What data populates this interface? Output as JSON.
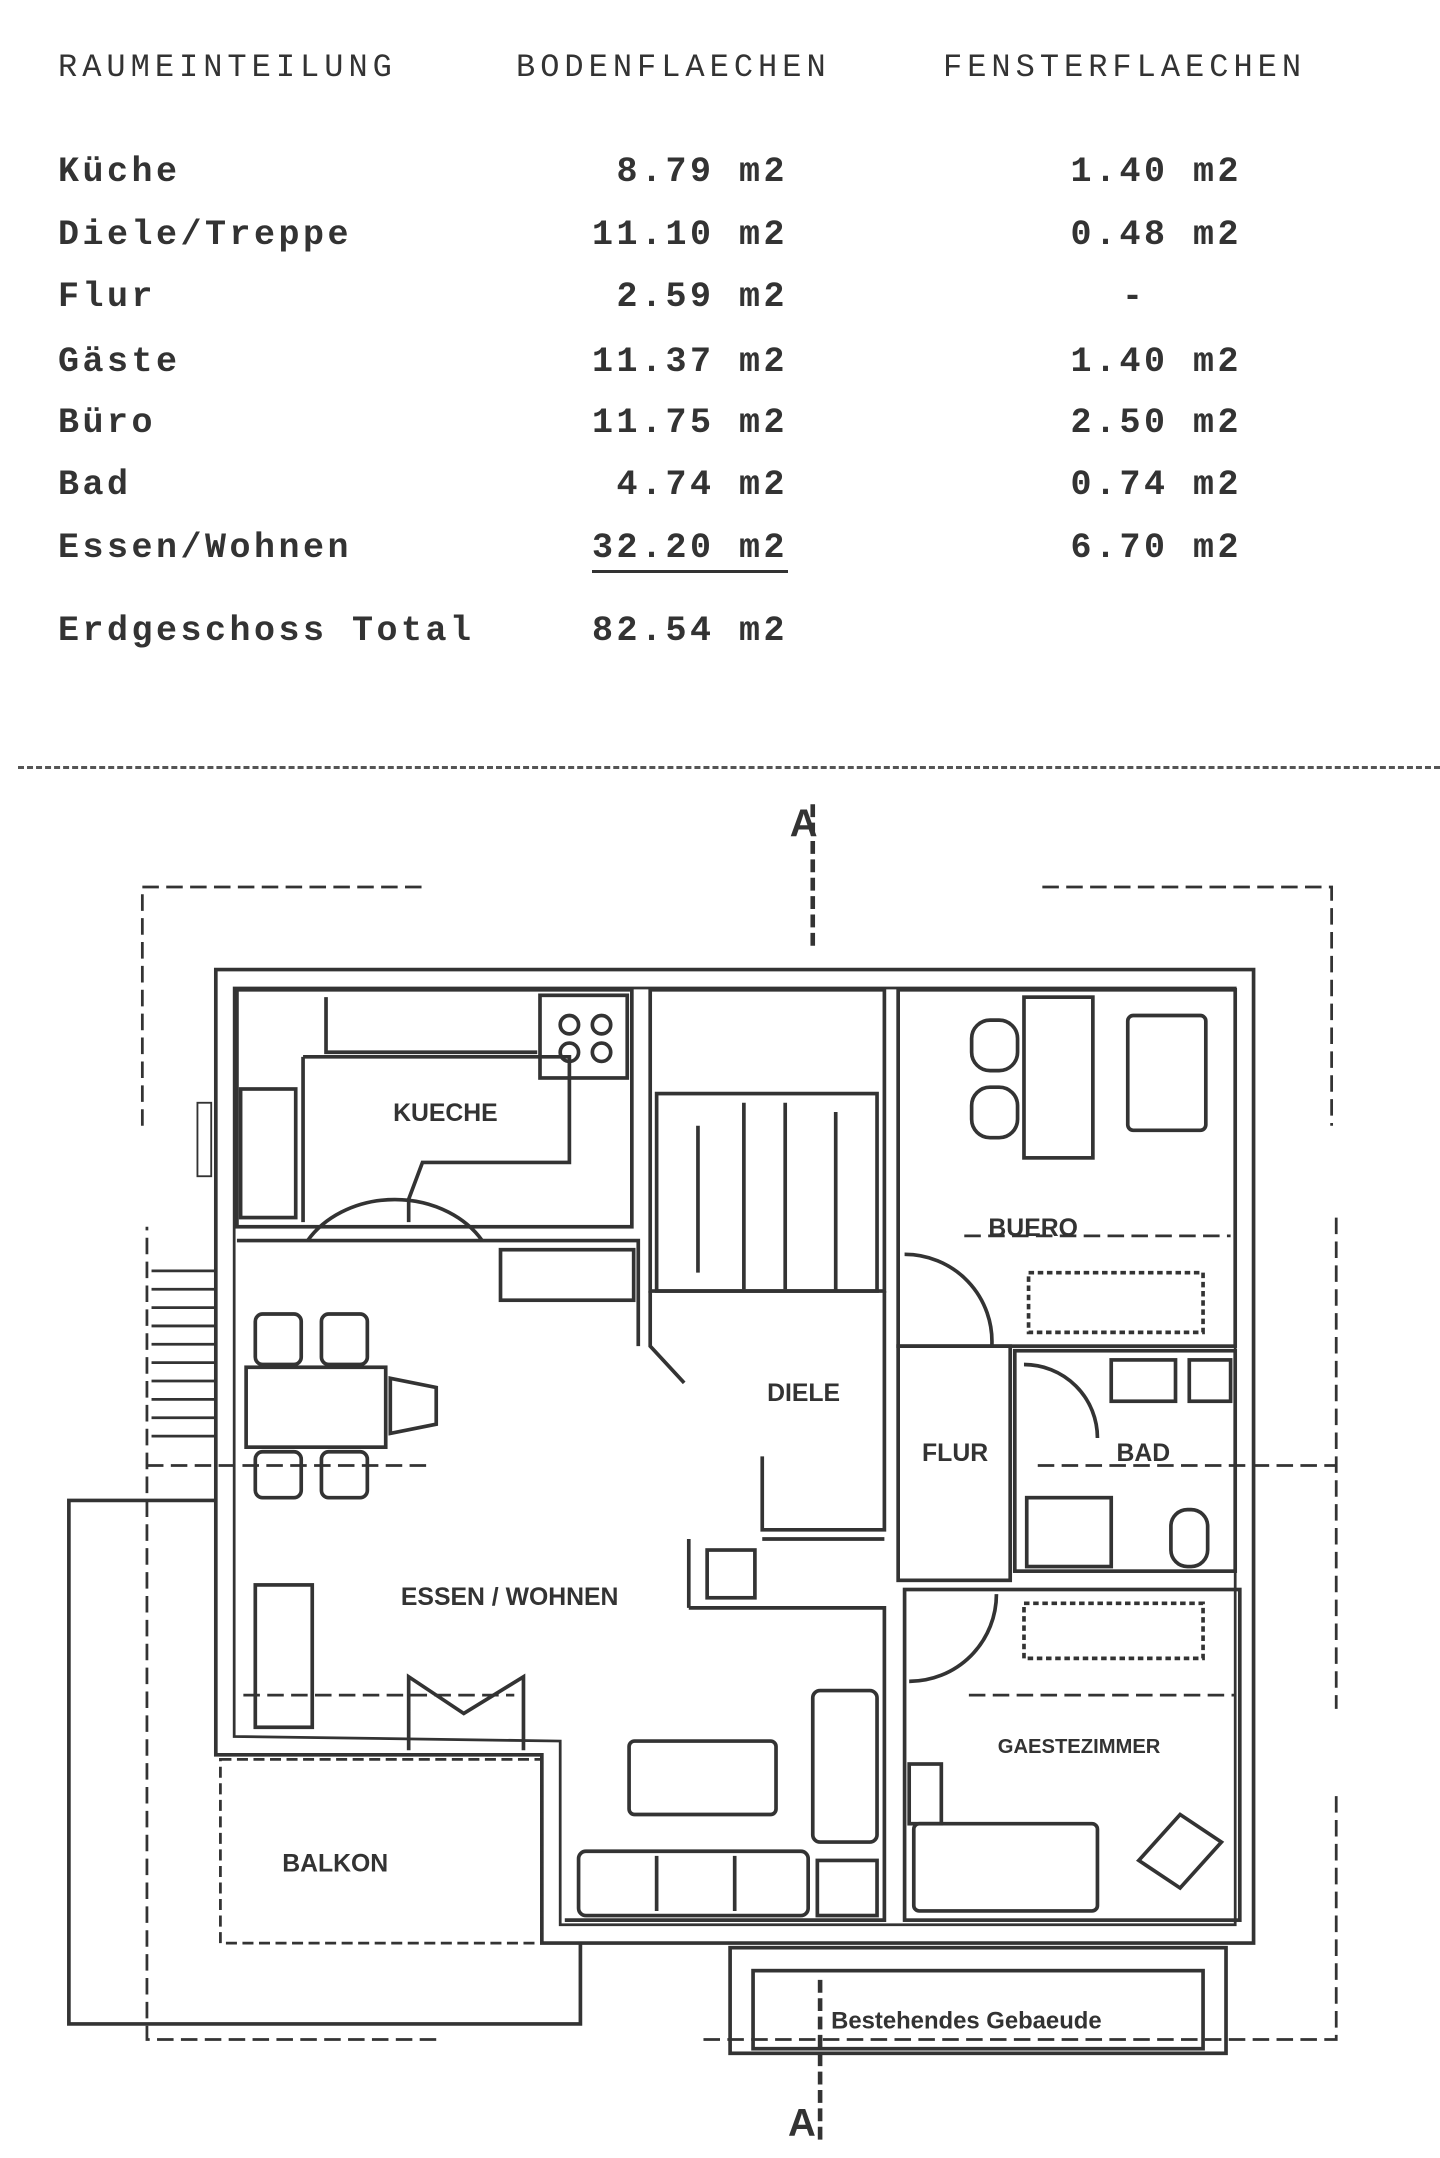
{
  "table": {
    "headers": {
      "room": "RAUMEINTEILUNG",
      "floor": "BODENFLAECHEN",
      "window": "FENSTERFLAECHEN"
    },
    "rows": [
      {
        "room": "Küche",
        "floor": "8.79 m2",
        "window": "1.40 m2"
      },
      {
        "room": "Diele/Treppe",
        "floor": "11.10 m2",
        "window": "0.48 m2"
      },
      {
        "room": "Flur",
        "floor": "2.59 m2",
        "window": "-"
      },
      {
        "room": "Gäste",
        "floor": "11.37 m2",
        "window": "1.40 m2"
      },
      {
        "room": "Büro",
        "floor": "11.75 m2",
        "window": "2.50 m2"
      },
      {
        "room": "Bad",
        "floor": "4.74 m2",
        "window": "0.74 m2"
      },
      {
        "room": "Essen/Wohnen",
        "floor": "32.20 m2",
        "window": "6.70 m2"
      }
    ],
    "total": {
      "label": "Erdgeschoss Total",
      "floor": "82.54 m2"
    }
  },
  "plan": {
    "section_top": "A",
    "section_bottom": "A",
    "rooms": {
      "kueche": "KUECHE",
      "diele": "DIELE",
      "flur": "FLUR",
      "bad": "BAD",
      "buero": "BUERO",
      "gaeste": "GAESTEZIMMER",
      "essen": "ESSEN / WOHNEN",
      "balkon": "BALKON"
    },
    "existing_building": "Bestehendes Gebaeude"
  }
}
